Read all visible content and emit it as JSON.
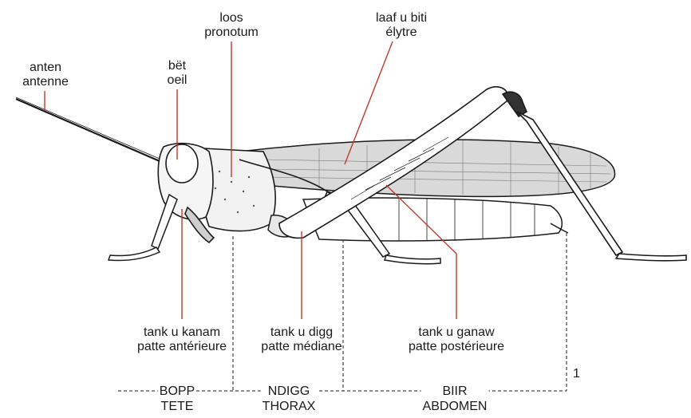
{
  "labels": {
    "antenna": {
      "wolof": "anten",
      "french": "antenne"
    },
    "eye": {
      "wolof": "bët",
      "french": "oeil"
    },
    "pronotum": {
      "wolof": "loos",
      "french": "pronotum"
    },
    "elytra": {
      "wolof": "laaf u biti",
      "french": "élytre"
    },
    "foreleg": {
      "wolof": "tank u kanam",
      "french": "patte antérieure"
    },
    "midleg": {
      "wolof": "tank u digg",
      "french": "patte médiane"
    },
    "hindleg": {
      "wolof": "tank u ganaw",
      "french": "patte postérieure"
    }
  },
  "segments": {
    "head": {
      "wolof": "BOPP",
      "french": "TETE"
    },
    "thorax": {
      "wolof": "NDIGG",
      "french": "THORAX"
    },
    "abdomen": {
      "wolof": "BIIR",
      "french": "ABDOMEN"
    }
  },
  "figure_number": "1",
  "colors": {
    "leader_line": "#c0392b",
    "ink": "#1a1a1a",
    "wing_fill": "#d9d9d9"
  }
}
